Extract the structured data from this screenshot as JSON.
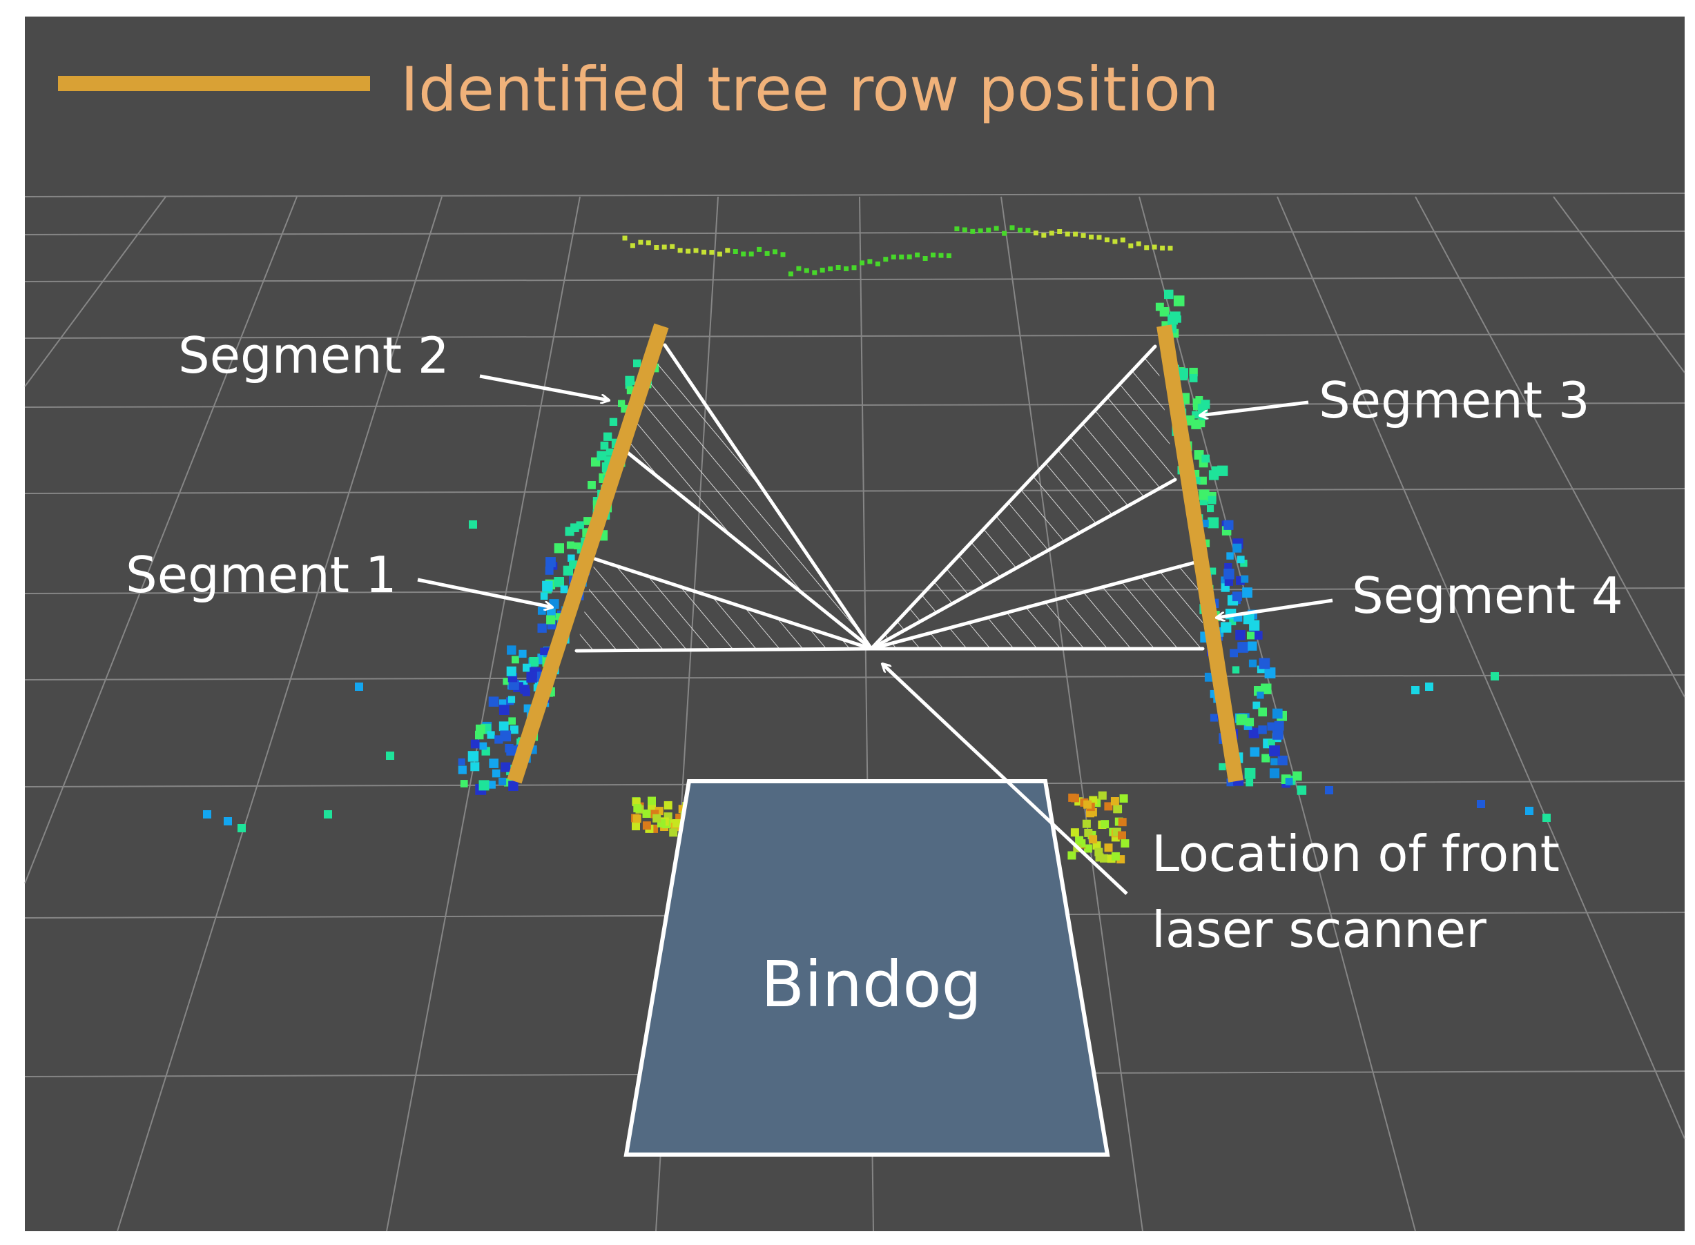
{
  "legend": {
    "label": "Identified tree row position",
    "swatch_color": "#d9a135",
    "text_color": "#f0b27a"
  },
  "segments": {
    "s1": "Segment 1",
    "s2": "Segment 2",
    "s3": "Segment 3",
    "s4": "Segment 4"
  },
  "vehicle": {
    "label": "Bindog"
  },
  "scanner": {
    "line1": "Location of front",
    "line2": "laser scanner"
  },
  "colors": {
    "background": "#4a4a4a",
    "grid": "#9a9a9a",
    "tree_row": "#d9a135",
    "vehicle_fill": "#536a82",
    "annotation": "#ffffff"
  }
}
